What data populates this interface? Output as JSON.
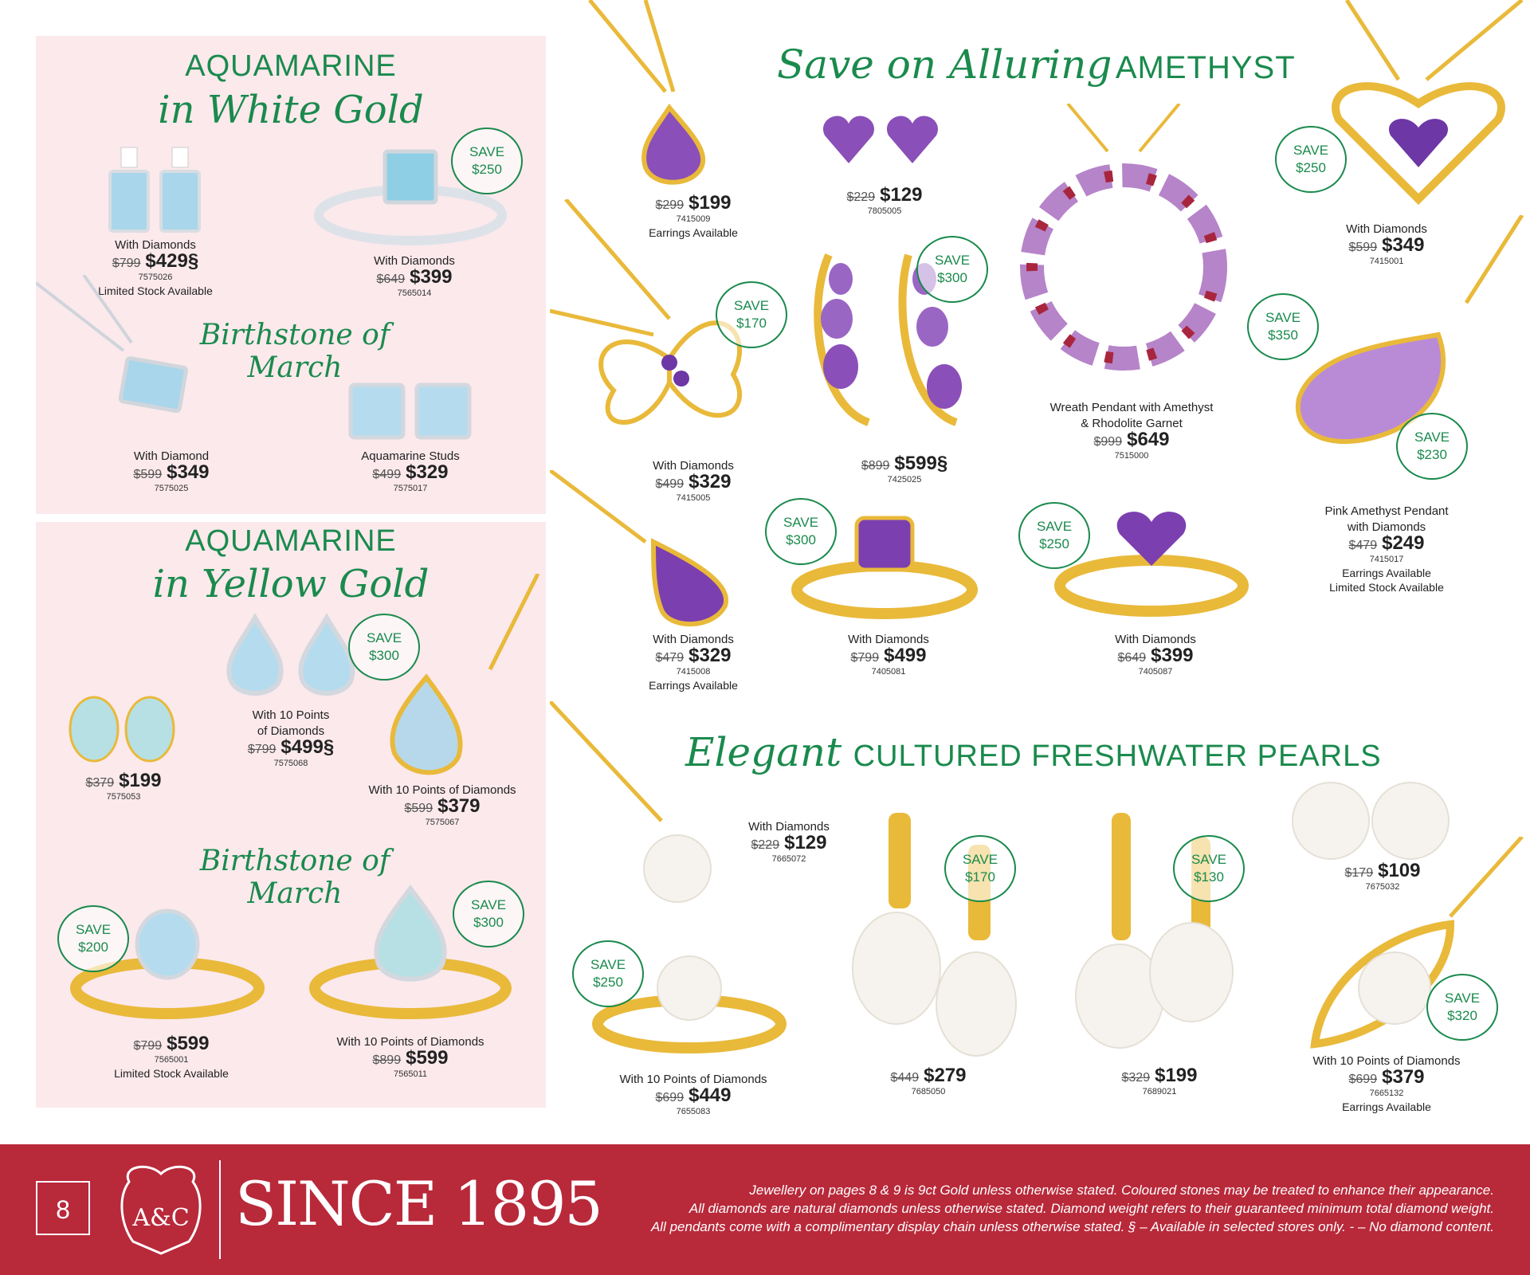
{
  "colors": {
    "accent_green": "#1a8a4d",
    "panel_pink": "#fbe9ec",
    "footer_red": "#b8293a",
    "gold": "#e9b93a",
    "amethyst": "#8a4fb8",
    "aquamarine": "#a9d6ea",
    "pearl": "#f6f3ee"
  },
  "aqua_white": {
    "title": "AQUAMARINE",
    "script": "in White Gold",
    "birth": "Birthstone of March",
    "items": [
      {
        "desc": "With Diamonds",
        "old": "$799",
        "new": "$429§",
        "code": "7575026",
        "note": "Limited Stock Available"
      },
      {
        "desc": "With Diamonds",
        "old": "$649",
        "new": "$399",
        "code": "7565014",
        "save": "SAVE $250"
      },
      {
        "desc": "With Diamond",
        "old": "$599",
        "new": "$349",
        "code": "7575025"
      },
      {
        "desc": "Aquamarine Studs",
        "old": "$499",
        "new": "$329",
        "code": "7575017"
      }
    ]
  },
  "aqua_yellow": {
    "title": "AQUAMARINE",
    "script": "in Yellow Gold",
    "birth": "Birthstone of March",
    "items": [
      {
        "old": "$379",
        "new": "$199",
        "code": "7575053"
      },
      {
        "desc1": "With 10 Points",
        "desc2": "of Diamonds",
        "old": "$799",
        "new": "$499§",
        "code": "7575068",
        "save": "SAVE $300"
      },
      {
        "desc": "With 10 Points of Diamonds",
        "old": "$599",
        "new": "$379",
        "code": "7575067"
      },
      {
        "old": "$799",
        "new": "$599",
        "code": "7565001",
        "note": "Limited Stock Available",
        "save": "SAVE $200"
      },
      {
        "desc": "With 10 Points of Diamonds",
        "old": "$899",
        "new": "$599",
        "code": "7565011",
        "save": "SAVE $300"
      }
    ]
  },
  "amethyst": {
    "script": "Save on Alluring",
    "title": "AMETHYST",
    "items": [
      {
        "old": "$299",
        "new": "$199",
        "code": "7415009",
        "note": "Earrings Available"
      },
      {
        "old": "$229",
        "new": "$129",
        "code": "7805005"
      },
      {
        "desc1": "Wreath Pendant with Amethyst",
        "desc2": "& Rhodolite Garnet",
        "old": "$999",
        "new": "$649",
        "code": "7515000",
        "save": "SAVE $350"
      },
      {
        "desc": "With Diamonds",
        "old": "$599",
        "new": "$349",
        "code": "7415001",
        "save": "SAVE $250"
      },
      {
        "desc": "With Diamonds",
        "old": "$499",
        "new": "$329",
        "code": "7415005",
        "save": "SAVE $170"
      },
      {
        "old": "$899",
        "new": "$599§",
        "code": "7425025",
        "save": "SAVE $300"
      },
      {
        "desc1": "Pink Amethyst Pendant",
        "desc2": "with Diamonds",
        "old": "$479",
        "new": "$249",
        "code": "7415017",
        "note1": "Earrings Available",
        "note2": "Limited Stock Available",
        "save": "SAVE $230"
      },
      {
        "desc": "With Diamonds",
        "old": "$479",
        "new": "$329",
        "code": "7415008",
        "note": "Earrings Available"
      },
      {
        "desc": "With Diamonds",
        "old": "$799",
        "new": "$499",
        "code": "7405081",
        "save": "SAVE $300"
      },
      {
        "desc": "With Diamonds",
        "old": "$649",
        "new": "$399",
        "code": "7405087",
        "save": "SAVE $250"
      }
    ]
  },
  "pearls": {
    "script": "Elegant",
    "title": "CULTURED FRESHWATER PEARLS",
    "items": [
      {
        "desc": "With Diamonds",
        "old": "$229",
        "new": "$129",
        "code": "7665072"
      },
      {
        "desc": "With 10 Points of Diamonds",
        "old": "$699",
        "new": "$449",
        "code": "7655083",
        "save": "SAVE $250"
      },
      {
        "old": "$449",
        "new": "$279",
        "code": "7685050",
        "save": "SAVE $170"
      },
      {
        "old": "$329",
        "new": "$199",
        "code": "7689021",
        "save": "SAVE $130"
      },
      {
        "old": "$179",
        "new": "$109",
        "code": "7675032"
      },
      {
        "desc": "With 10 Points of Diamonds",
        "old": "$699",
        "new": "$379",
        "code": "7665132",
        "note": "Earrings Available",
        "save": "SAVE $320"
      }
    ]
  },
  "footer": {
    "page": "8",
    "logo": "A&C",
    "since": "SINCE 1895",
    "disc1": "Jewellery on pages 8 & 9 is 9ct Gold unless otherwise stated. Coloured stones may be treated to enhance their appearance.",
    "disc2": "All diamonds are natural diamonds unless otherwise stated. Diamond weight refers to their guaranteed minimum total diamond weight.",
    "disc3": "All pendants come with a complimentary display chain unless otherwise stated. § – Available in selected stores only. - – No diamond content."
  }
}
